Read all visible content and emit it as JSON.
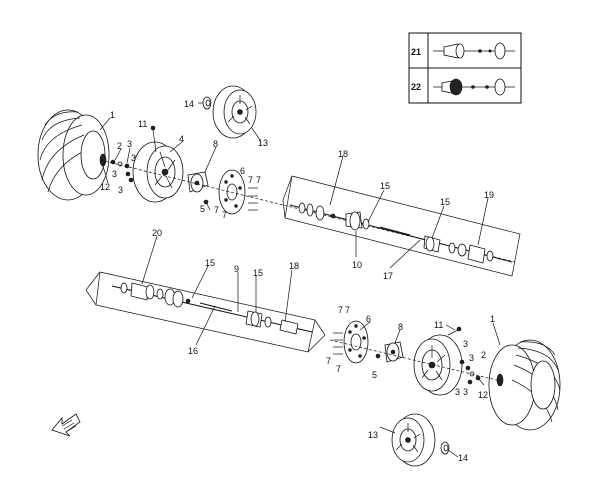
{
  "diagram": {
    "callouts": [
      {
        "id": "c1a",
        "text": "1"
      },
      {
        "id": "c2a",
        "text": "2"
      },
      {
        "id": "c3a",
        "text": "3"
      },
      {
        "id": "c3b",
        "text": "3"
      },
      {
        "id": "c3c",
        "text": "3"
      },
      {
        "id": "c3d",
        "text": "3"
      },
      {
        "id": "c4a",
        "text": "4"
      },
      {
        "id": "c5a",
        "text": "5"
      },
      {
        "id": "c6a",
        "text": "6"
      },
      {
        "id": "c7a",
        "text": "7"
      },
      {
        "id": "c7b",
        "text": "7"
      },
      {
        "id": "c7c",
        "text": "7"
      },
      {
        "id": "c7d",
        "text": "7"
      },
      {
        "id": "c8a",
        "text": "8"
      },
      {
        "id": "c11a",
        "text": "11"
      },
      {
        "id": "c12a",
        "text": "12"
      },
      {
        "id": "c13a",
        "text": "13"
      },
      {
        "id": "c14a",
        "text": "14"
      },
      {
        "id": "c15a",
        "text": "15"
      },
      {
        "id": "c15b",
        "text": "15"
      },
      {
        "id": "c18a",
        "text": "18"
      },
      {
        "id": "c19a",
        "text": "19"
      },
      {
        "id": "c10a",
        "text": "10"
      },
      {
        "id": "c17a",
        "text": "17"
      },
      {
        "id": "c20a",
        "text": "20"
      },
      {
        "id": "c15c",
        "text": "15"
      },
      {
        "id": "c9a",
        "text": "9"
      },
      {
        "id": "c15d",
        "text": "15"
      },
      {
        "id": "c18b",
        "text": "18"
      },
      {
        "id": "c16a",
        "text": "16"
      },
      {
        "id": "c7e",
        "text": "7"
      },
      {
        "id": "c7f",
        "text": "7"
      },
      {
        "id": "c6b",
        "text": "6"
      },
      {
        "id": "c8b",
        "text": "8"
      },
      {
        "id": "c11b",
        "text": "11"
      },
      {
        "id": "c1b",
        "text": "1"
      },
      {
        "id": "c7g",
        "text": "7"
      },
      {
        "id": "c7h",
        "text": "7"
      },
      {
        "id": "c5b",
        "text": "5"
      },
      {
        "id": "c3e",
        "text": "3"
      },
      {
        "id": "c3f",
        "text": "3"
      },
      {
        "id": "c2b",
        "text": "2"
      },
      {
        "id": "c3g",
        "text": "3"
      },
      {
        "id": "c3h",
        "text": "3"
      },
      {
        "id": "c12b",
        "text": "12"
      },
      {
        "id": "c13b",
        "text": "13"
      },
      {
        "id": "c14b",
        "text": "14"
      }
    ],
    "legend": [
      {
        "num": "21"
      },
      {
        "num": "22"
      }
    ]
  }
}
